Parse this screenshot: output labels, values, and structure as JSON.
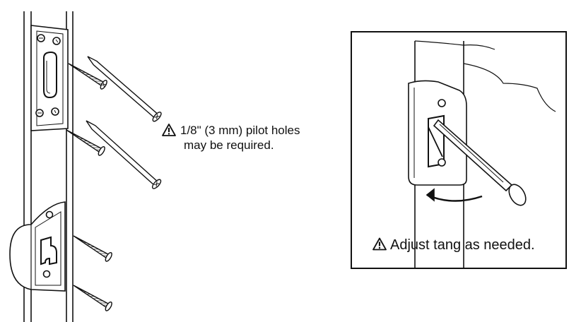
{
  "notes": {
    "pilot_holes": {
      "icon": "warning-triangle-icon",
      "line1": "1/8\" (3 mm) pilot holes",
      "line2": "may be required."
    },
    "adjust_tang": {
      "icon": "warning-triangle-icon",
      "text": "Adjust tang as needed."
    }
  },
  "colors": {
    "line": "#111111",
    "background": "#ffffff"
  }
}
